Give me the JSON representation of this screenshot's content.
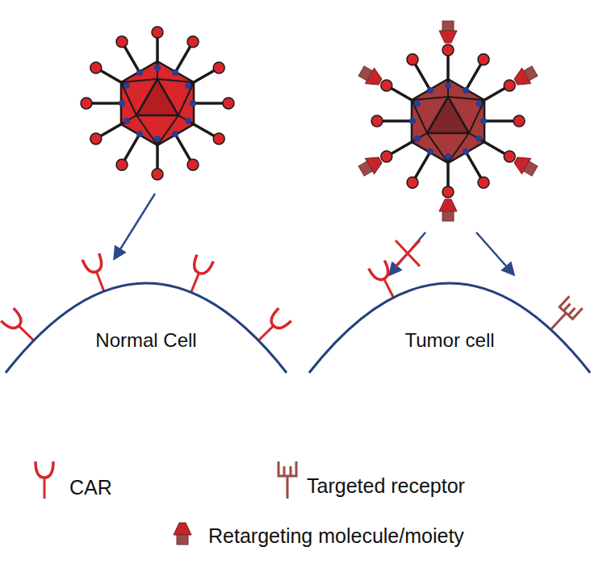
{
  "diagram": {
    "nodes": [
      {
        "text": [
          "Normal Cell"
        ]
      },
      {
        "text": [
          "Tumor cell"
        ]
      }
    ],
    "legend": [
      {
        "text": "CAR"
      },
      {
        "text": "Targeted receptor"
      },
      {
        "text": "Retargeting molecule/moiety"
      }
    ]
  }
}
